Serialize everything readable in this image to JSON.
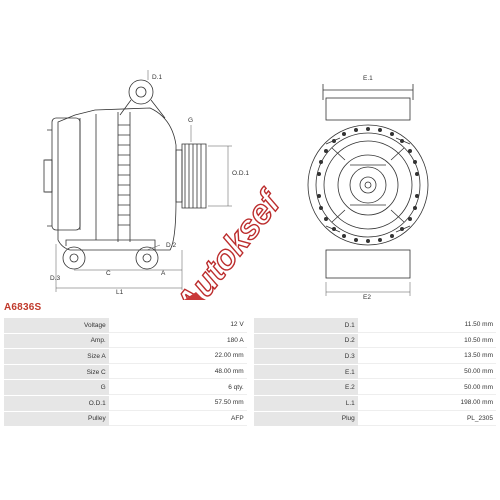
{
  "drawing": {
    "labels": {
      "d1": "D.1",
      "d2": "D.2",
      "d3": "D.3",
      "g": "G",
      "od1": "O.D.1",
      "c": "C",
      "a": "A",
      "l1": "L1",
      "e1": "E.1",
      "e2": "E2"
    },
    "watermark": "Autoksef"
  },
  "part_code": "A6836S",
  "specs": {
    "rows": [
      {
        "label1": "Voltage",
        "value1": "12 V",
        "label2": "D.1",
        "value2": "11.50 mm"
      },
      {
        "label1": "Amp.",
        "value1": "180 A",
        "label2": "D.2",
        "value2": "10.50 mm"
      },
      {
        "label1": "Size A",
        "value1": "22.00 mm",
        "label2": "D.3",
        "value2": "13.50 mm"
      },
      {
        "label1": "Size C",
        "value1": "48.00 mm",
        "label2": "E.1",
        "value2": "50.00 mm"
      },
      {
        "label1": "G",
        "value1": "6 qty.",
        "label2": "E.2",
        "value2": "50.00 mm"
      },
      {
        "label1": "O.D.1",
        "value1": "57.50 mm",
        "label2": "L.1",
        "value2": "198.00 mm"
      },
      {
        "label1": "Pulley",
        "value1": "AFP",
        "label2": "Plug",
        "value2": "PL_2305"
      }
    ]
  }
}
